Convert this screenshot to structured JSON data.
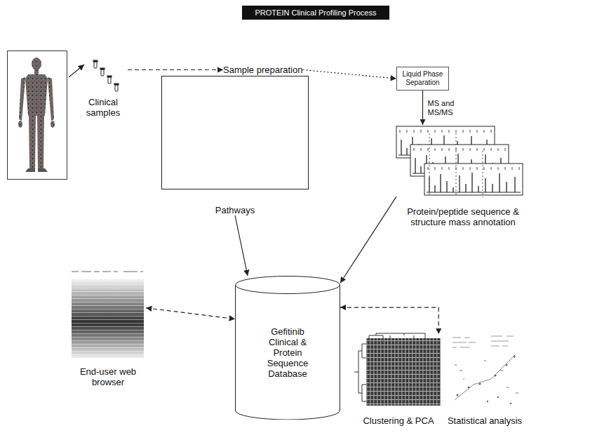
{
  "diagram": {
    "title": "PROTEIN Clinical Profiling Process",
    "nodes": [
      {
        "text": [
          "Clinical samples"
        ]
      },
      {
        "text": [
          "Sample preparation"
        ]
      },
      {
        "text": [
          "Liquid Phase Separation"
        ]
      },
      {
        "text": [
          "Pathways"
        ]
      },
      {
        "text": [
          "Protein/peptide sequence & structure mass annotation"
        ]
      },
      {
        "text": [
          "End-user web browser"
        ]
      },
      {
        "text": [
          "Gefitinib Clinical & Protein Sequence Database"
        ]
      },
      {
        "text": [
          "Clustering & PCA"
        ]
      },
      {
        "text": [
          "Statistical analysis"
        ]
      }
    ],
    "edges": [
      {
        "from": 0,
        "to": 1,
        "arrow": "to"
      },
      {
        "from": 1,
        "to": 2,
        "arrow": "to"
      },
      {
        "from": 2,
        "to": 4,
        "label": "MS and MS/MS",
        "arrow": "to"
      },
      {
        "from": 4,
        "to": 6,
        "arrow": "to"
      },
      {
        "from": 3,
        "to": 6,
        "arrow": "to"
      },
      {
        "from": 5,
        "to": 6,
        "arrow": "both"
      },
      {
        "from": 6,
        "to": 7,
        "arrow": "both"
      }
    ]
  }
}
